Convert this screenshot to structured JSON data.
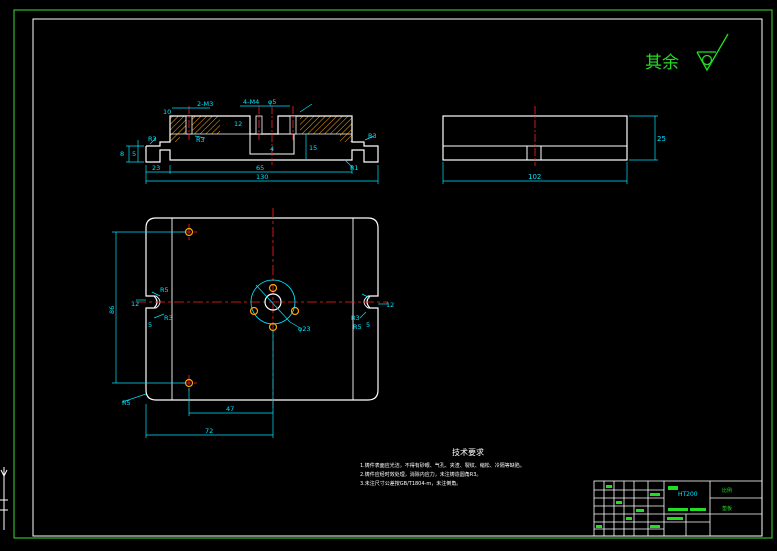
{
  "surface_finish": {
    "text": "其余",
    "symbol": "rough-surface-symbol"
  },
  "side_view": {
    "dims": {
      "thread_left": "2-M3",
      "thread_top": "4-M4",
      "depth_a": "10",
      "depth_b": "12",
      "r_top": "R3",
      "r_left": "R3",
      "width_small": "5",
      "height_small": "8",
      "width_a": "23",
      "width_b": "65",
      "width_total": "130",
      "height_inner": "15",
      "r_bottom_right": "R1",
      "r_right": "R3",
      "phi_small": "φ5",
      "mid_small": "4"
    }
  },
  "right_view": {
    "width": "102",
    "height": "25"
  },
  "top_view": {
    "height": "86",
    "r_left": "R5",
    "r_hole_left": "R3",
    "r_right": "R3",
    "r_hole_right": "R5",
    "phi_center": "φ23",
    "r_corner": "R5",
    "dim_47": "47",
    "dim_72": "72",
    "slot_left": "12",
    "slot_right": "12",
    "mark_left": "5",
    "mark_right": "5"
  },
  "technical_requirements": {
    "title": "技术要求",
    "items": [
      "1.铸件表面应光洁，不得有砂眼、气孔、夹渣、裂纹、缩松、冷隔等缺陷。",
      "2.铸件应经时效处理，消除内应力，未注铸造圆角R3。",
      "3.未注尺寸公差按GB/T1804-m，未注倒角。"
    ]
  },
  "title_block": {
    "material": "HT200",
    "label_top_right": "比例",
    "label_mid_right": "垫板"
  },
  "colors": {
    "frame": "#3ddc3d",
    "line": "#ffffff",
    "dimension": "#00e5ff",
    "center_line": "#ff2020",
    "section_hatch": "#ffa500",
    "hole": "#ffa500",
    "text_green": "#22dd22"
  }
}
